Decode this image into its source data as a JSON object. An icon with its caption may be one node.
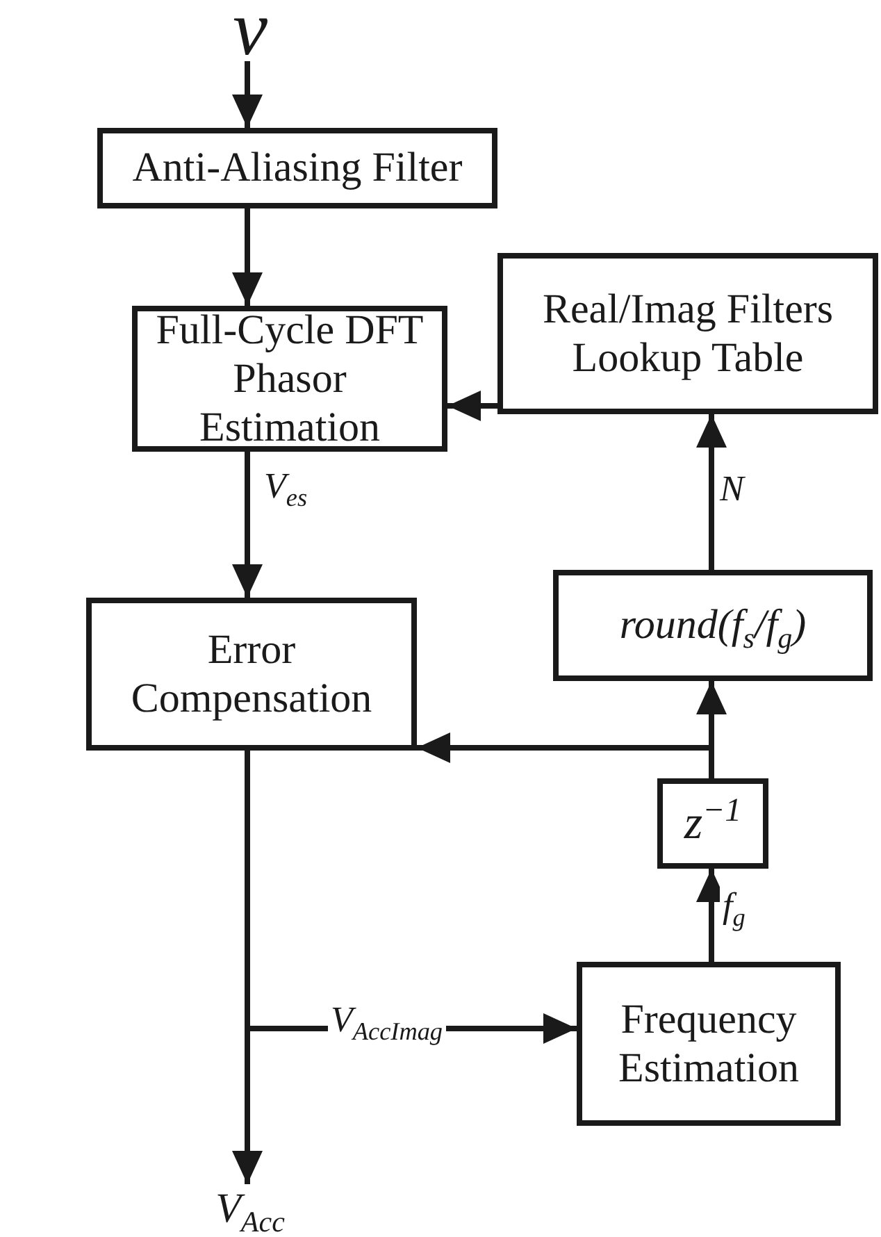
{
  "diagram": {
    "nodes": [
      {
        "text": [
          "v"
        ]
      },
      {
        "text": [
          "Anti-Aliasing Filter"
        ]
      },
      {
        "text": [
          "Full-Cycle DFT Phasor Estimation"
        ]
      },
      {
        "text": [
          "Real/Imag Filters Lookup Table"
        ]
      },
      {
        "text": [
          "Error Compensation"
        ]
      },
      {
        "text": [
          "round(f$_{s}$/f$_{g}$)"
        ]
      },
      {
        "text": [
          "z$^{−1}$"
        ]
      },
      {
        "text": [
          "Frequency Estimation"
        ]
      },
      {
        "text": [
          "V$_{Acc}$"
        ]
      }
    ],
    "edges": [
      {
        "from": 0,
        "to": 1,
        "arrow": "to"
      },
      {
        "from": 1,
        "to": 2,
        "arrow": "to"
      },
      {
        "from": 3,
        "to": 2,
        "arrow": "to"
      },
      {
        "from": 2,
        "to": 4,
        "arrow": "to",
        "label": "V$_{es}$"
      },
      {
        "from": 5,
        "to": 3,
        "arrow": "to",
        "label": "N"
      },
      {
        "from": 6,
        "to": 5,
        "arrow": "to"
      },
      {
        "from": 6,
        "to": 4,
        "arrow": "to"
      },
      {
        "from": 7,
        "to": 6,
        "arrow": "to",
        "label": "f$_{g}$"
      },
      {
        "from": 4,
        "to": 8,
        "arrow": "to"
      },
      {
        "from": 4,
        "to": 7,
        "arrow": "to",
        "label": "V$_{AccImag}$"
      }
    ]
  }
}
